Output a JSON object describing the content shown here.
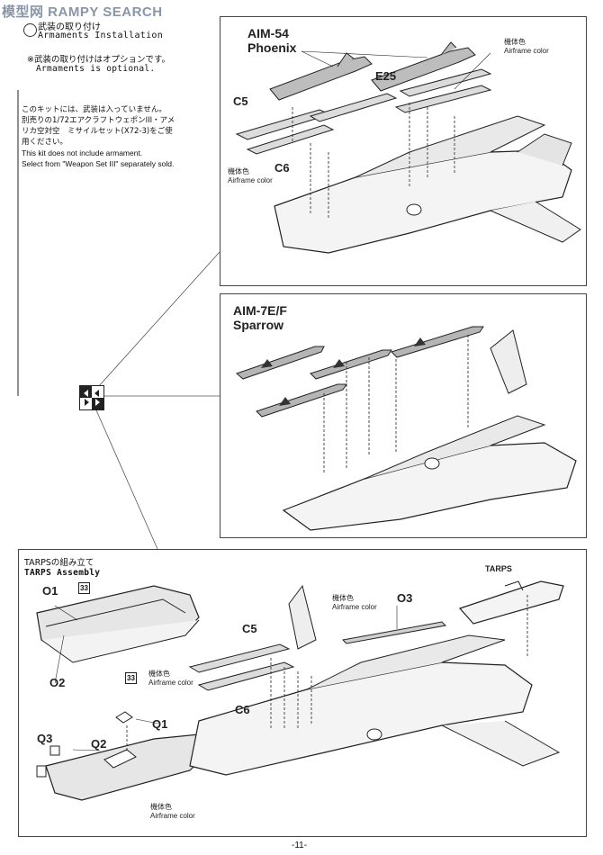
{
  "watermark": "模型网  RAMPY SEARCH",
  "header": {
    "title_jp": "武装の取り付け",
    "title_en": "Armaments Installation",
    "optional_jp": "※武装の取り付けはオプションです。",
    "optional_en": "Armaments is optional."
  },
  "note": {
    "jp_line1": "このキットには、武装は入っていません。",
    "jp_line2": "別売りの1/72エアクラフトウェポンIII・アメ",
    "jp_line3": "リカ空対空　ミサイルセット(X72-3)をご使",
    "jp_line4": "用ください。",
    "en_line1": "This kit does not include armament.",
    "en_line2": "Select from \"Weapon Set III\" separately sold."
  },
  "panel1": {
    "missile_label": "AIM-54\nPhoenix",
    "part_e25": "E25",
    "part_c5": "C5",
    "part_c6": "C6",
    "color_jp_a": "機体色",
    "color_en_a": "Airframe color",
    "color_jp_b": "機体色",
    "color_en_b": "Airframe color"
  },
  "panel2": {
    "missile_label": "AIM-7E/F\nSparrow"
  },
  "panel3": {
    "title_jp": "TARPSの組み立て",
    "title_en": "TARPS Assembly",
    "part_o1": "O1",
    "part_o2": "O2",
    "part_o3": "O3",
    "part_q1": "Q1",
    "part_q2": "Q2",
    "part_q3": "Q3",
    "part_c5": "C5",
    "part_c6": "C6",
    "box_33a": "33",
    "box_33b": "33",
    "tarps_label": "TARPS",
    "color_jp_o3": "機体色",
    "color_en_o3": "Airframe color",
    "color_jp_c": "機体色",
    "color_en_c": "Airframe color",
    "color_jp_q": "機体色",
    "color_en_q": "Airframe color"
  },
  "footer": {
    "page_number": "-11-"
  },
  "icons": {
    "direction": "direction-arrows-icon",
    "step": "step-marker-icon"
  }
}
